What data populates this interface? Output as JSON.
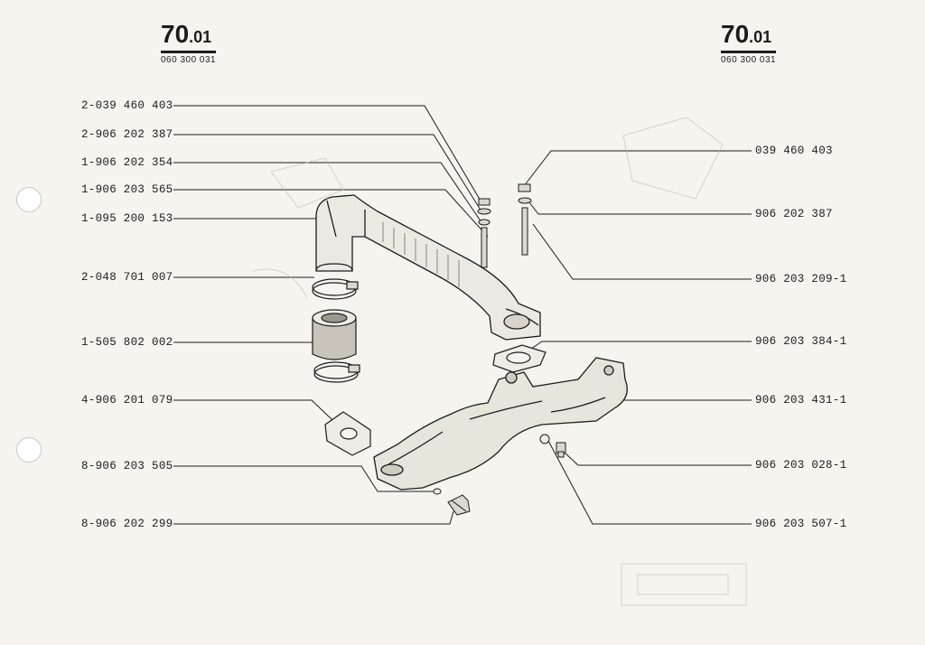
{
  "header_left": {
    "number": "70",
    "suffix": ".01",
    "code": "060 300 031"
  },
  "header_right": {
    "number": "70",
    "suffix": ".01",
    "code": "060 300 031"
  },
  "labels_left": [
    "2-039 460 403",
    "2-906 202 387",
    "1-906 202 354",
    "1-906 203 565",
    "1-095 200 153",
    "2-048 701 007",
    "1-505 802 002",
    "4-906 201 079",
    "8-906 203 505",
    "8-906 202 299"
  ],
  "labels_right": [
    "039 460 403",
    "906 202 387",
    "906 203 209-1",
    "906 203 384-1",
    "906 203 431-1",
    "906 203 028-1",
    "906 203 507-1"
  ],
  "colors": {
    "paper": "#f6f4ef",
    "ink": "#1c1c1c"
  }
}
